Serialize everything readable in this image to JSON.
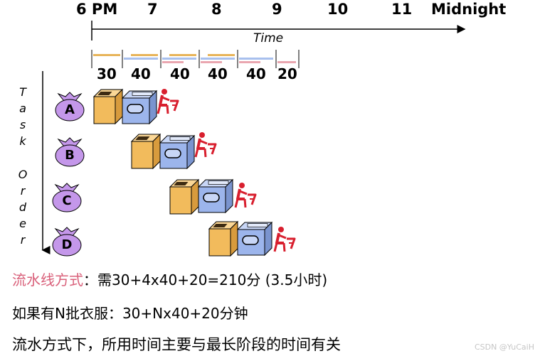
{
  "hours": [
    "6 PM",
    "7",
    "8",
    "9",
    "10",
    "11",
    "Midnight"
  ],
  "time_axis_label": "Time",
  "stage_durations": [
    "30",
    "40",
    "40",
    "40",
    "40",
    "20"
  ],
  "task_axis_label": [
    "T",
    "a",
    "s",
    "k",
    "",
    "O",
    "r",
    "d",
    "e",
    "r"
  ],
  "tasks": [
    {
      "label": "A"
    },
    {
      "label": "B"
    },
    {
      "label": "C"
    },
    {
      "label": "D"
    }
  ],
  "notes": {
    "line1_red": "流水线方式",
    "line1_rest": "：需30+4x40+20=210分 (3.5小时)",
    "line2": "如果有N批衣服：30+Nx40+20分钟",
    "line3": "流水方式下，所用时间主要与最长阶段的时间有关"
  },
  "watermark": "CSDN @YuCaiH",
  "colors": {
    "washer": "#f2bb5c",
    "dryer": "#9cb5ec",
    "folder": "#d81f2e",
    "bag": "#c497ea",
    "note_red": "#d9607a",
    "wash_bar": "#e8b45a",
    "dry_bar": "#a8c0ee",
    "fold_bar": "#eaa6b0"
  }
}
